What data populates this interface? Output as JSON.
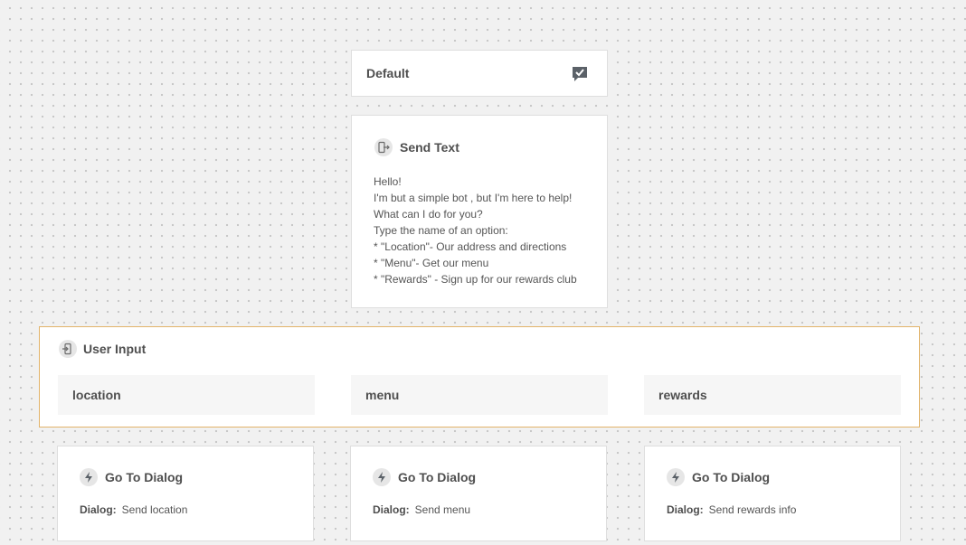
{
  "default_node": {
    "title": "Default",
    "icon": "chat-check-icon"
  },
  "send_text": {
    "title": "Send Text",
    "icon": "send-text-icon",
    "lines": [
      "Hello!",
      "I'm but a simple bot , but I'm here to help!",
      "What can I do for you?",
      "Type the name of an option:",
      "* \"Location\"- Our address and directions",
      "* \"Menu\"- Get our menu",
      "* \"Rewards\" - Sign up for our rewards club"
    ]
  },
  "user_input": {
    "title": "User Input",
    "icon": "user-input-icon",
    "accent": "#e2b36a",
    "options": [
      "location",
      "menu",
      "rewards"
    ]
  },
  "goto_dialogs": [
    {
      "title": "Go To Dialog",
      "label": "Dialog:",
      "value": "Send location",
      "icon": "lightning-icon"
    },
    {
      "title": "Go To Dialog",
      "label": "Dialog:",
      "value": "Send menu",
      "icon": "lightning-icon"
    },
    {
      "title": "Go To Dialog",
      "label": "Dialog:",
      "value": "Send rewards info",
      "icon": "lightning-icon"
    }
  ]
}
